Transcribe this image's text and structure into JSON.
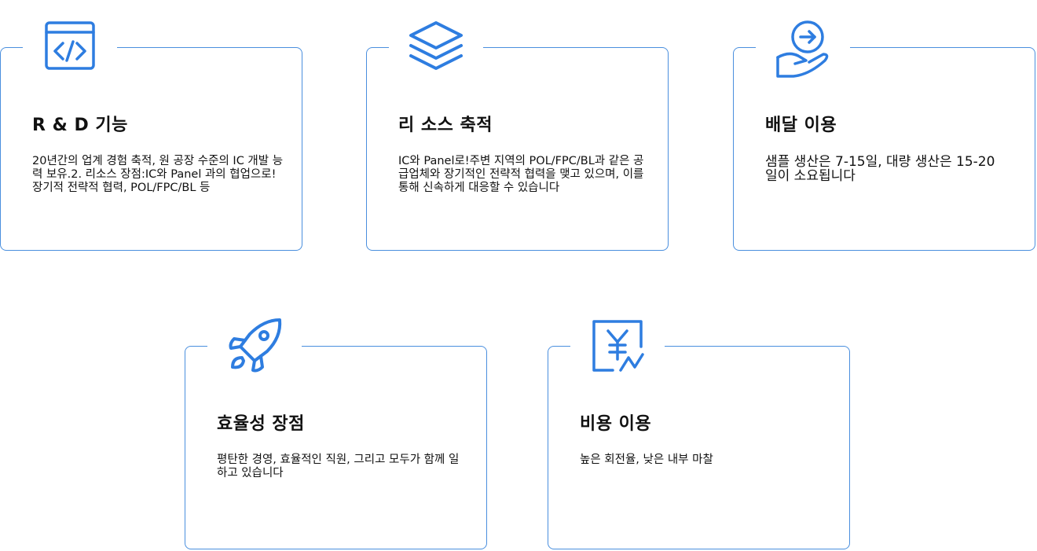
{
  "accent_color": "#2e7de0",
  "cards": [
    {
      "icon": "code-window-icon",
      "title": "R & D 기능",
      "desc": "20년간의 업계 경험 축적, 원 공장 수준의 IC 개발 능력 보유.2. 리소스 장점:IC와 Panel 과의 협업으로!장기적 전략적 협력, POL/FPC/BL 등"
    },
    {
      "icon": "layers-icon",
      "title": "리 소스 축적",
      "desc": "IC와 Panel로!주변 지역의 POL/FPC/BL과 같은 공급업체와 장기적인 전략적 협력을 맺고 있으며, 이를 통해 신속하게 대응할 수 있습니다"
    },
    {
      "icon": "hand-delivery-icon",
      "title": "배달 이용",
      "desc": "샘플 생산은 7-15일, 대량 생산은 15-20일이 소요됩니다"
    },
    {
      "icon": "rocket-icon",
      "title": "효율성 장점",
      "desc": "평탄한 경영, 효율적인 직원, 그리고 모두가 함께 일하고 있습니다"
    },
    {
      "icon": "yen-invoice-icon",
      "title": "비용 이용",
      "desc": "높은 회전율, 낮은 내부 마찰"
    }
  ]
}
